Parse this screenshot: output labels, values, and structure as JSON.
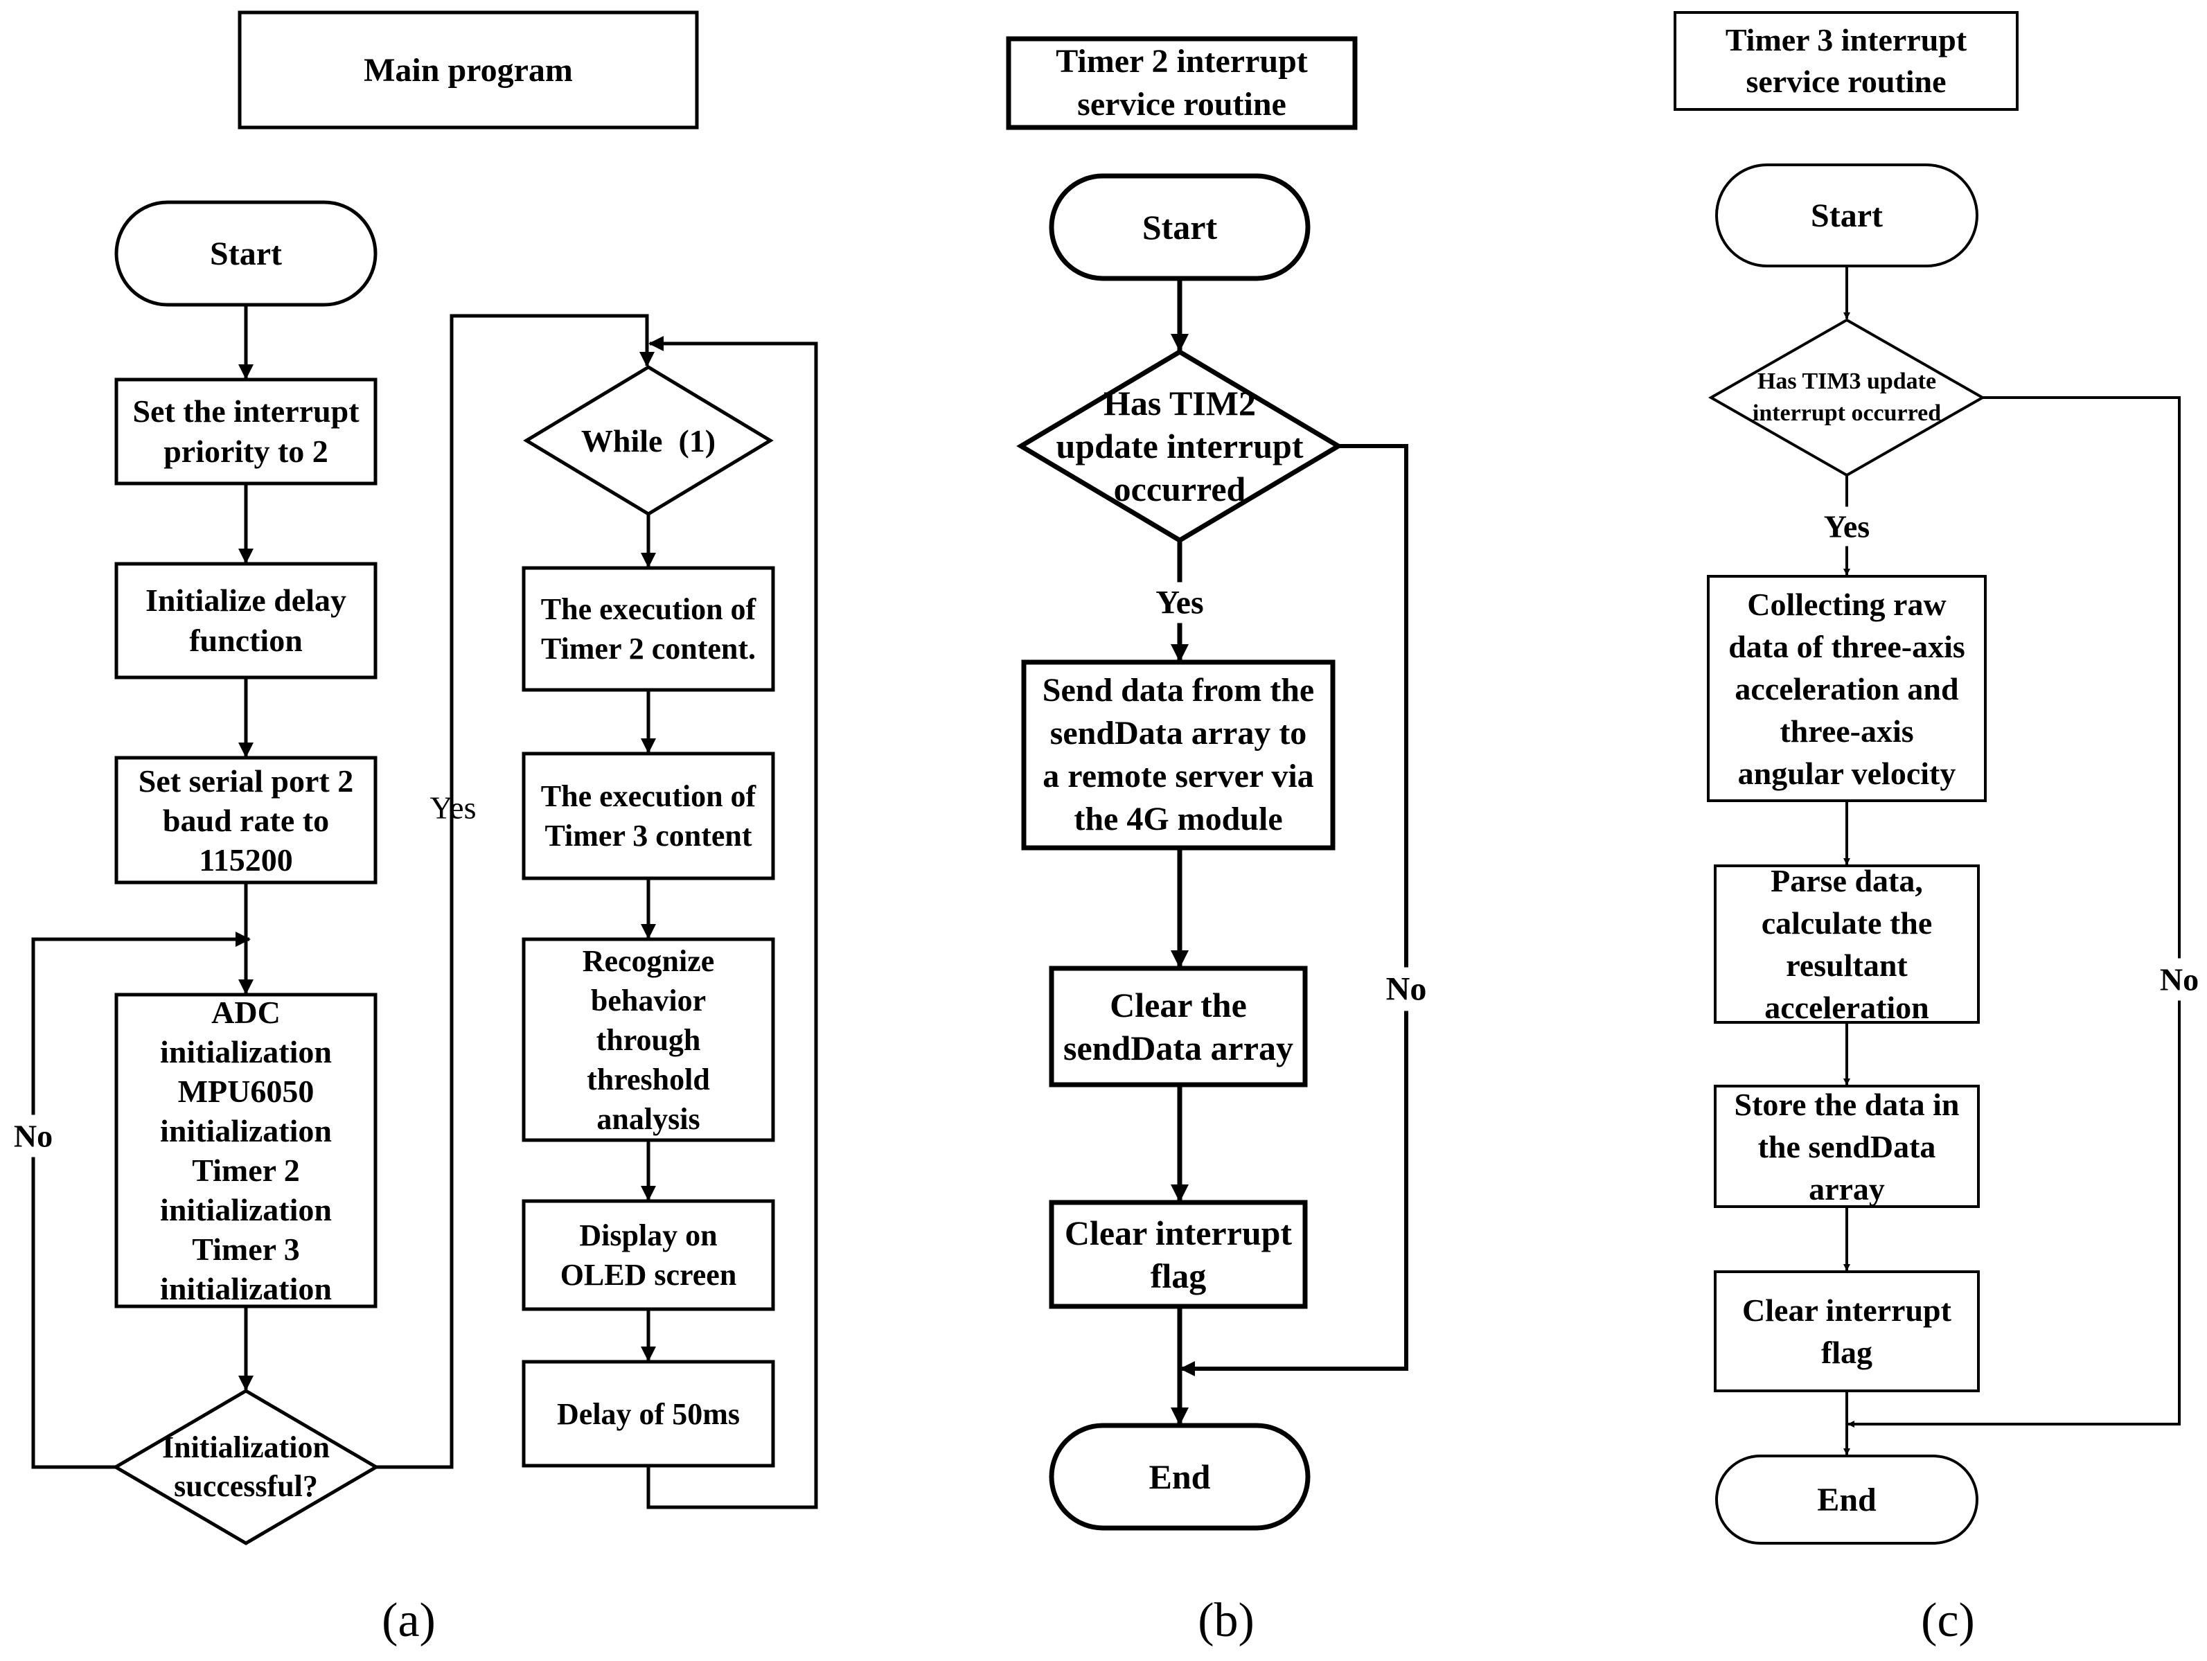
{
  "panel_a": {
    "title": "Main program",
    "start": "Start",
    "set_priority": "Set the interrupt\npriority to 2",
    "init_delay": "Initialize delay\nfunction",
    "serial": "Set serial port 2\nbaud rate to\n115200",
    "init_block": "ADC\ninitialization\nMPU6050\ninitialization\nTimer 2\ninitialization\nTimer 3\ninitialization",
    "decision": "Initialization\nsuccessful?",
    "yes": "Yes",
    "no": "No",
    "loop": "While  (1)",
    "exec_t2": "The execution of\nTimer 2 content.",
    "exec_t3": "The execution of\nTimer 3 content",
    "recognize": "Recognize\nbehavior\nthrough\nthreshold\nanalysis",
    "display": "Display on\nOLED screen",
    "delay": "Delay of 50ms",
    "caption": "(a)"
  },
  "panel_b": {
    "title": "Timer 2 interrupt\nservice routine",
    "start": "Start",
    "decision": "Has TIM2\nupdate interrupt\noccurred",
    "yes": "Yes",
    "no": "No",
    "send": "Send data from the\nsendData array to\na remote server via\nthe 4G module",
    "clear_array": "Clear the\nsendData array",
    "clear_flag": "Clear interrupt\nflag",
    "end": "End",
    "caption": "(b)"
  },
  "panel_c": {
    "title": "Timer 3 interrupt\nservice routine",
    "start": "Start",
    "decision": "Has TIM3 update\ninterrupt occurred",
    "yes": "Yes",
    "no": "No",
    "collect": "Collecting raw\ndata of three-axis\nacceleration and\nthree-axis\nangular velocity",
    "parse": "Parse data,\ncalculate the\nresultant\nacceleration",
    "store": "Store the data in\nthe sendData\narray",
    "clear_flag": "Clear interrupt\nflag",
    "end": "End",
    "caption": "(c)"
  }
}
